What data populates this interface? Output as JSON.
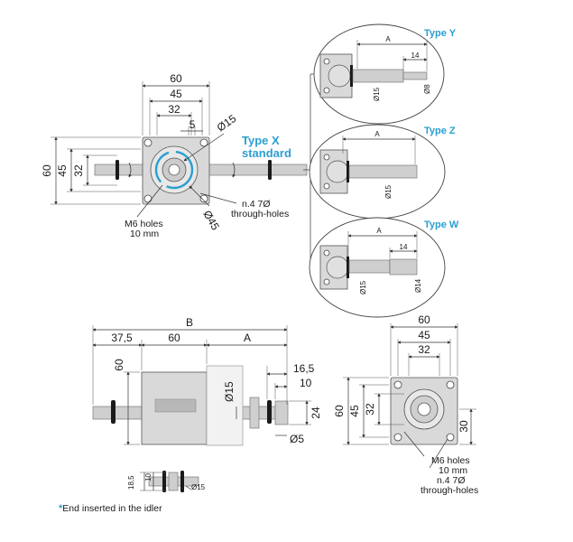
{
  "top_view": {
    "dims": {
      "w60": "60",
      "w45": "45",
      "w32": "32",
      "w5": "5",
      "h60": "60",
      "h45": "45",
      "h32": "32"
    },
    "diam15": "Ø15",
    "diam45": "Ø45",
    "type_x_line1": "Type X",
    "type_x_line2": "standard",
    "m6_line1": "M6 holes",
    "m6_line2": "10 mm",
    "holes_line1": "n.4 7Ø",
    "holes_line2": "through-holes"
  },
  "variants": {
    "y": {
      "title": "Type Y",
      "a": "A",
      "len": "14",
      "d1": "Ø15",
      "d2": "Ø8"
    },
    "z": {
      "title": "Type Z",
      "a": "A",
      "d1": "Ø15"
    },
    "w": {
      "title": "Type W",
      "a": "A",
      "len": "14",
      "d1": "Ø15",
      "d2": "Ø14"
    }
  },
  "side_view": {
    "b": "B",
    "d37": "37,5",
    "d60": "60",
    "a": "A",
    "h60": "60",
    "d165": "16,5",
    "d10": "10",
    "diam15": "Ø15",
    "d24": "24",
    "diam5": "Ø5"
  },
  "front_view": {
    "w60": "60",
    "w45": "45",
    "w32": "32",
    "h60": "60",
    "h45": "45",
    "h32": "32",
    "h30": "30",
    "m6_line1": "M6 holes",
    "m6_line2": "10 mm",
    "holes_line1": "n.4 7Ø",
    "holes_line2": "through-holes"
  },
  "idler": {
    "d185": "18,5",
    "d10": "10",
    "diam15": "Ø15"
  },
  "footnote_star": "*",
  "footnote": "End inserted in the idler",
  "colors": {
    "accent": "#2a9fd0",
    "part": "#d9d9d9",
    "line": "#333333"
  }
}
